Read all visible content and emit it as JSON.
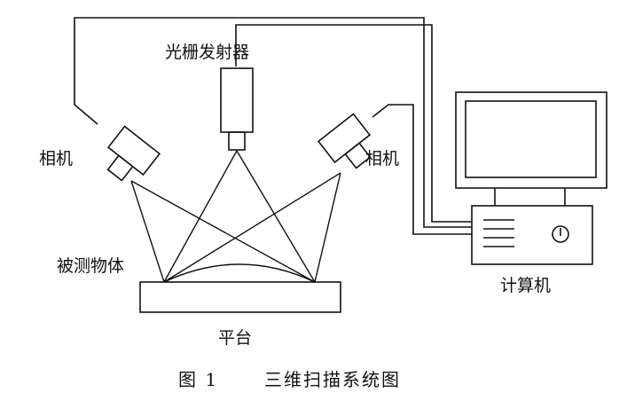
{
  "labels": {
    "grating_emitter": "光栅发射器",
    "camera_left": "相机",
    "camera_right": "相机",
    "measured_object": "被测物体",
    "computer": "计算机",
    "platform": "平台"
  },
  "caption": {
    "number": "图 1",
    "title": "三维扫描系统图"
  },
  "colors": {
    "stroke": "#111111",
    "background": "#ffffff"
  }
}
